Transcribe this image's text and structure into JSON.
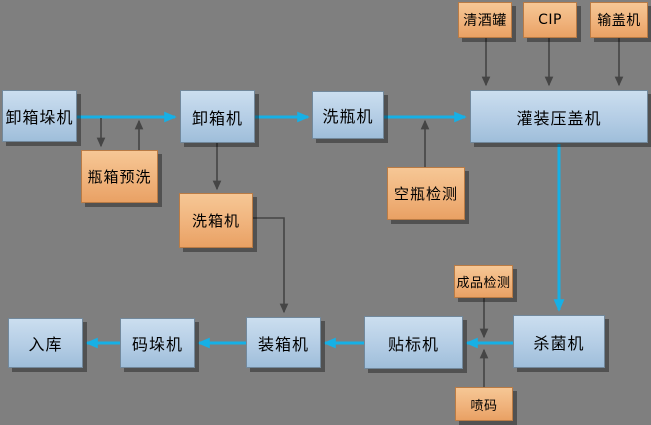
{
  "colors": {
    "background": "#7f7f7f",
    "process_box_top": "#cbdeef",
    "process_box_bottom": "#9fbeda",
    "process_border": "#72889b",
    "aux_box_top": "#f6c795",
    "aux_box_bottom": "#e9a164",
    "aux_border": "#b97b45",
    "conveyor_arrow": "#16b0e6",
    "flow_arrow": "#454545",
    "text": "#000000"
  },
  "nodes": {
    "unpalletizer": {
      "label": "卸箱垛机",
      "type": "process"
    },
    "crate_prewash": {
      "label": "瓶箱预洗",
      "type": "aux"
    },
    "decrater": {
      "label": "卸箱机",
      "type": "process"
    },
    "crate_washer": {
      "label": "洗箱机",
      "type": "aux"
    },
    "bottle_washer": {
      "label": "洗瓶机",
      "type": "process"
    },
    "empty_bottle_inspection": {
      "label": "空瓶检测",
      "type": "aux"
    },
    "beer_tank": {
      "label": "清酒罐",
      "type": "aux"
    },
    "cip": {
      "label": "CIP",
      "type": "aux"
    },
    "cap_feeder": {
      "label": "输盖机",
      "type": "aux"
    },
    "filler_capper": {
      "label": "灌装压盖机",
      "type": "process"
    },
    "pasteurizer": {
      "label": "杀菌机",
      "type": "process"
    },
    "product_inspection": {
      "label": "成品检测",
      "type": "aux"
    },
    "inkjet_coder": {
      "label": "喷码",
      "type": "aux"
    },
    "labeler": {
      "label": "贴标机",
      "type": "process"
    },
    "case_packer": {
      "label": "装箱机",
      "type": "process"
    },
    "palletizer": {
      "label": "码垛机",
      "type": "process"
    },
    "warehouse": {
      "label": "入库",
      "type": "process"
    }
  },
  "edges": [
    {
      "from": "unpalletizer",
      "to": "decrater",
      "style": "conveyor"
    },
    {
      "from": "decrater",
      "to": "bottle_washer",
      "style": "conveyor"
    },
    {
      "from": "bottle_washer",
      "to": "filler_capper",
      "style": "conveyor"
    },
    {
      "from": "filler_capper",
      "to": "pasteurizer",
      "style": "conveyor"
    },
    {
      "from": "pasteurizer",
      "to": "labeler",
      "style": "conveyor"
    },
    {
      "from": "labeler",
      "to": "case_packer",
      "style": "conveyor"
    },
    {
      "from": "case_packer",
      "to": "palletizer",
      "style": "conveyor"
    },
    {
      "from": "palletizer",
      "to": "warehouse",
      "style": "conveyor"
    },
    {
      "from": "unpalletizer_line",
      "to": "crate_prewash",
      "style": "flow"
    },
    {
      "from": "crate_prewash",
      "to": "unpalletizer_line",
      "style": "flow"
    },
    {
      "from": "decrater",
      "to": "crate_washer",
      "style": "flow"
    },
    {
      "from": "crate_washer",
      "to": "case_packer",
      "style": "flow"
    },
    {
      "from": "empty_bottle_inspection",
      "to": "bottle_washer_line",
      "style": "flow"
    },
    {
      "from": "beer_tank",
      "to": "filler_capper",
      "style": "flow"
    },
    {
      "from": "cip",
      "to": "filler_capper",
      "style": "flow"
    },
    {
      "from": "cap_feeder",
      "to": "filler_capper",
      "style": "flow"
    },
    {
      "from": "product_inspection",
      "to": "pasteurizer_labeler_line",
      "style": "flow"
    },
    {
      "from": "inkjet_coder",
      "to": "pasteurizer_labeler_line",
      "style": "flow"
    }
  ]
}
